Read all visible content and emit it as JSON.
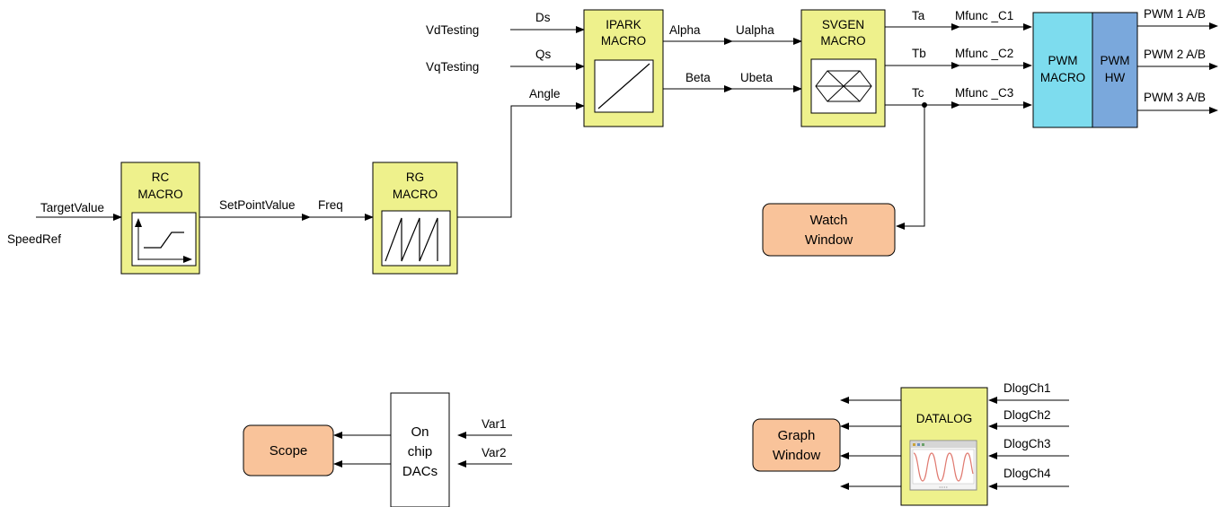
{
  "blocks": {
    "rc": {
      "line1": "RC",
      "line2": "MACRO"
    },
    "rg": {
      "line1": "RG",
      "line2": "MACRO"
    },
    "ipark": {
      "line1": "IPARK",
      "line2": "MACRO"
    },
    "svgen": {
      "line1": "SVGEN",
      "line2": "MACRO"
    },
    "pwm": {
      "line1": "PWM",
      "line2": "MACRO"
    },
    "pwm_hw": {
      "line1": "PWM",
      "line2": "HW"
    },
    "watch": {
      "line1": "Watch",
      "line2": "Window"
    },
    "scope": {
      "label": "Scope"
    },
    "dacs": {
      "line1": "On",
      "line2": "chip",
      "line3": "DACs"
    },
    "graph": {
      "line1": "Graph",
      "line2": "Window"
    },
    "datalog": {
      "label": "DATALOG"
    }
  },
  "signals": {
    "target_value": "TargetValue",
    "speed_ref": "SpeedRef",
    "set_point_value": "SetPointValue",
    "freq": "Freq",
    "vd_testing": "VdTesting",
    "vq_testing": "VqTesting",
    "ds": "Ds",
    "qs": "Qs",
    "angle": "Angle",
    "alpha": "Alpha",
    "beta": "Beta",
    "ualpha": "Ualpha",
    "ubeta": "Ubeta",
    "ta": "Ta",
    "tb": "Tb",
    "tc": "Tc",
    "mfunc_c1": "Mfunc _C1",
    "mfunc_c2": "Mfunc _C2",
    "mfunc_c3": "Mfunc _C3",
    "pwm1": "PWM 1 A/B",
    "pwm2": "PWM 2 A/B",
    "pwm3": "PWM 3 A/B",
    "var1": "Var1",
    "var2": "Var2",
    "dlog1": "DlogCh1",
    "dlog2": "DlogCh2",
    "dlog3": "DlogCh3",
    "dlog4": "DlogCh4"
  },
  "colors": {
    "macro_fill": "#eef18c",
    "pwm_fill": "#7ddcee",
    "hw_fill": "#7aa8dc",
    "window_fill": "#f9c39a"
  }
}
